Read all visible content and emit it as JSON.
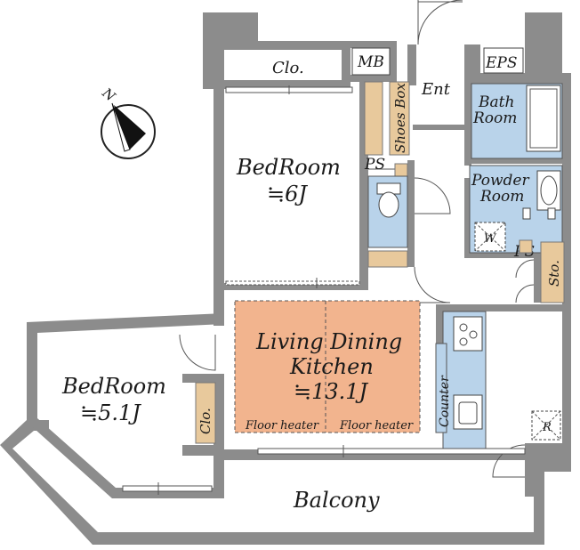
{
  "labels": {
    "closet_top": "Clo.",
    "mb": "MB",
    "eps": "EPS",
    "ent": "Ent",
    "shoes_box": "Shoes Box",
    "bath_line1": "Bath",
    "bath_line2": "Room",
    "ps_upper": "PS",
    "powder_line1": "Powder",
    "powder_line2": "Room",
    "washer": "W",
    "ps_lower": "PS",
    "storage": "Sto.",
    "bedroom1_name": "BedRoom",
    "bedroom1_size": "≒6J",
    "bedroom2_name": "BedRoom",
    "bedroom2_size": "≒5.1J",
    "closet_left": "Clo.",
    "ldk_line1": "Living Dining",
    "ldk_line2": "Kitchen",
    "ldk_size": "≒13.1J",
    "floor_heater_left": "Floor heater",
    "floor_heater_right": "Floor heater",
    "counter": "Counter",
    "fridge": "R",
    "balcony": "Balcony",
    "compass_north": "N"
  },
  "colors": {
    "wall": "#8c8c8c",
    "water_area": "#b9d3ea",
    "storage_tan": "#e8c99c",
    "floor_heater": "#f2b48e"
  },
  "icons": [
    "compass-icon",
    "door-swing-icon",
    "toilet-icon",
    "bathtub-icon",
    "sink-icon",
    "stove-icon",
    "washer-icon"
  ]
}
